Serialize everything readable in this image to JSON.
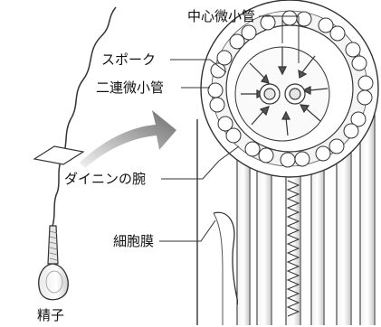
{
  "labels": {
    "central_microtubule": "中心微小管",
    "spoke": "スポーク",
    "doublet_microtubule": "二連微小管",
    "dynein_arm": "ダイニンの腕",
    "cell_membrane": "細胞膜",
    "sperm": "精子"
  },
  "colors": {
    "line": "#333333",
    "fill": "#ffffff",
    "tube_shade": "#d9d9d9",
    "arrow_gradient_start": "#f2f2f2",
    "arrow_gradient_end": "#777777"
  }
}
